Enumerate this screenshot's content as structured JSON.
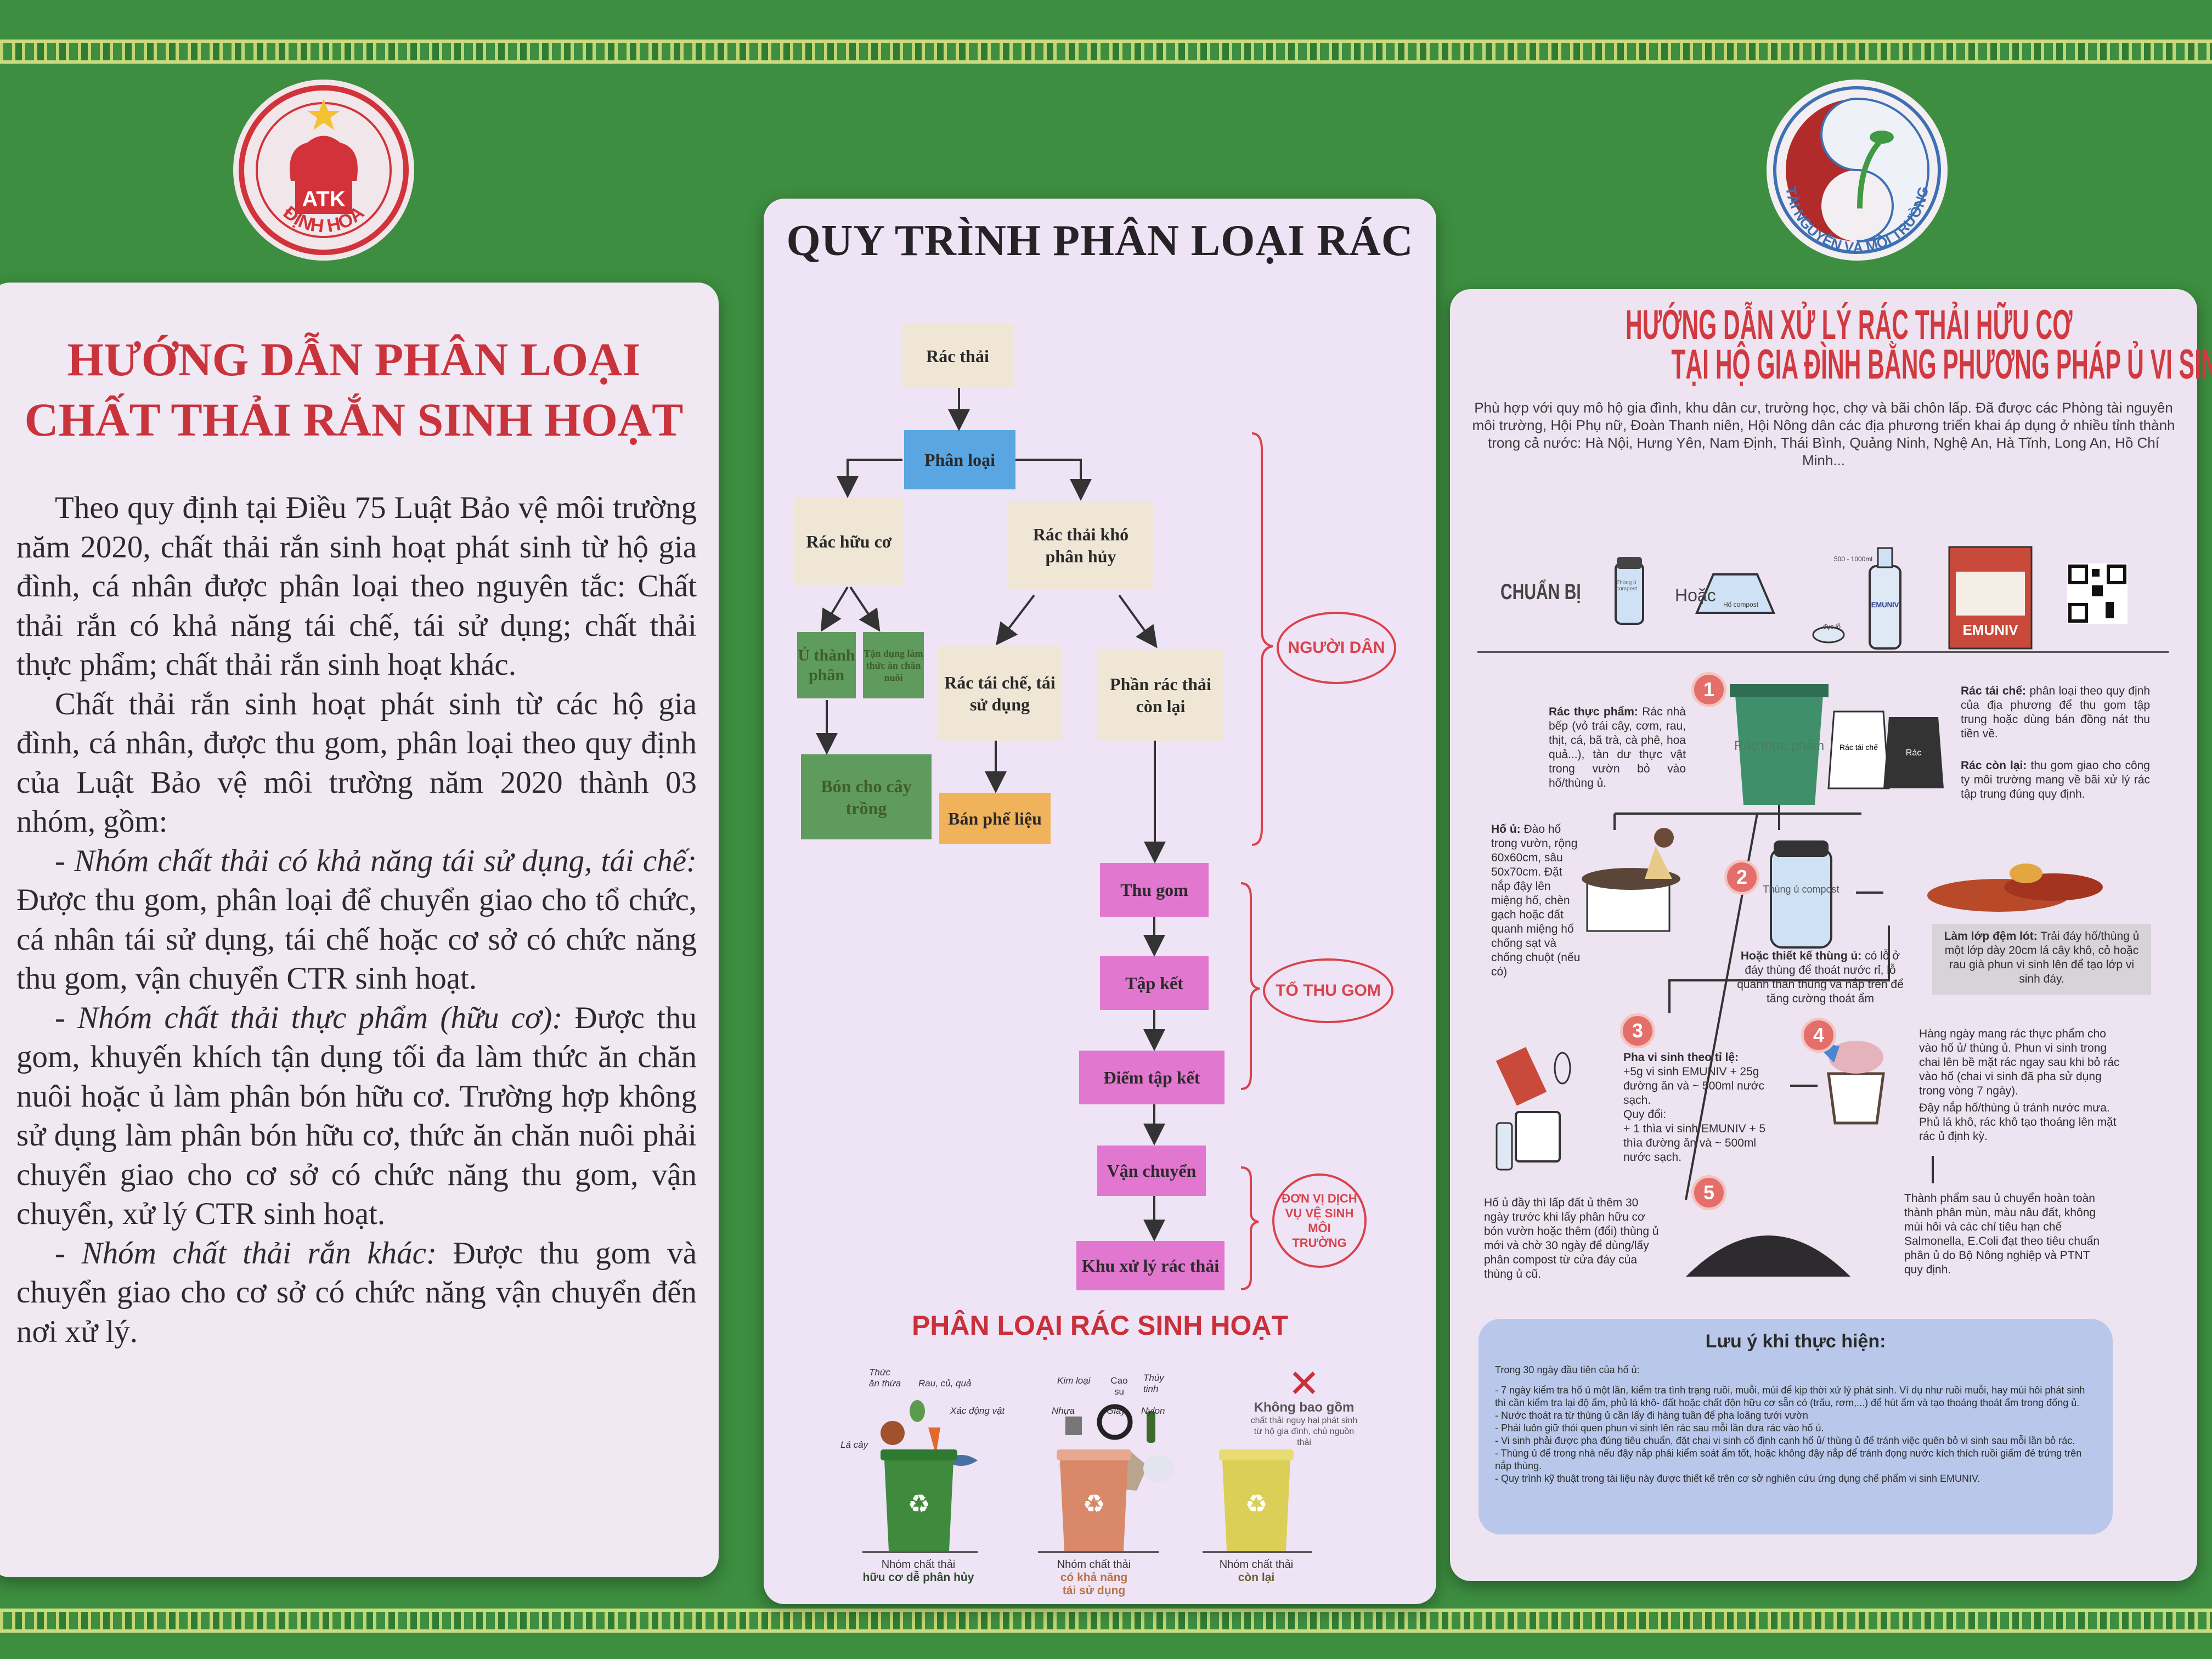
{
  "left_logo": {
    "text_top": "ATK",
    "text_arc": "ĐỊNH HÓA"
  },
  "right_logo": {
    "text_arc": "TÀI NGUYÊN VÀ MÔI TRƯỜNG"
  },
  "left_panel": {
    "title_line1": "HƯỚNG DẪN PHÂN LOẠI",
    "title_line2": "CHẤT THẢI RẮN SINH HOẠT",
    "p1": "Theo quy định tại Điều 75 Luật Bảo vệ môi trường năm 2020, chất thải rắn sinh hoạt phát sinh từ hộ gia đình, cá nhân được phân loại theo nguyên tắc: Chất thải rắn có khả năng tái chế, tái sử dụng; chất thải thực phẩm; chất thải rắn sinh hoạt khác.",
    "p2": "Chất thải rắn sinh hoạt phát sinh từ các hộ gia đình, cá nhân, được thu gom, phân loại theo quy định của Luật Bảo vệ môi trường năm 2020 thành 03 nhóm, gồm:",
    "p3_lead": "- Nhóm chất thải có khả năng tái sử dụng, tái chế:",
    "p3_text": " Được thu gom, phân loại để chuyển giao cho tổ chức, cá nhân tái sử dụng, tái chế hoặc cơ sở có chức năng thu gom, vận chuyển CTR sinh hoạt.",
    "p4_lead": "- Nhóm chất thải thực phẩm (hữu cơ):",
    "p4_text": " Được thu gom, khuyến khích tận dụng tối đa làm thức ăn chăn nuôi hoặc ủ làm phân bón hữu cơ. Trường hợp không sử dụng làm phân bón hữu cơ, thức ăn chăn nuôi phải chuyển giao cho cơ sở có chức năng thu gom, vận chuyển, xử lý CTR sinh hoạt.",
    "p5_lead": "- Nhóm chất thải rắn khác:",
    "p5_text": " Được thu gom và chuyển giao cho cơ sở có chức năng vận chuyển đến nơi xử lý."
  },
  "middle_panel": {
    "title": "QUY TRÌNH PHÂN LOẠI RÁC",
    "flow": {
      "rac_thai": "Rác thải",
      "phan_loai": "Phân loại",
      "rac_huu_co": "Rác hữu cơ",
      "kho_phan_huy": "Rác thải khó phân hủy",
      "u_thanh_phan": "Ủ thành phân",
      "tan_dung": "Tận dụng làm thức ăn chăn nuôi",
      "bon_cay": "Bón cho cây trồng",
      "tai_che": "Rác tái chế, tái sử dụng",
      "con_lai": "Phần rác thải còn lại",
      "ban_phe_lieu": "Bán phế liệu",
      "thu_gom": "Thu gom",
      "tap_ket": "Tập kết",
      "diem_tap_ket": "Điểm tập kết",
      "van_chuyen": "Vận chuyển",
      "khu_xu_ly": "Khu xử lý rác thải"
    },
    "actors": {
      "nguoi_dan": "NGƯỜI DÂN",
      "to_thu_gom": "TỔ THU GOM",
      "don_vi": "ĐƠN VỊ DỊCH VỤ VỆ SINH MÔI TRƯỜNG"
    },
    "sort_title": "PHÂN LOẠI RÁC SINH HOẠT",
    "organic_items": [
      "Thức ăn thừa",
      "Rau, củ, quả",
      "Xác động vật",
      "Lá cây"
    ],
    "recycle_items": [
      "Kim loại",
      "Cao su",
      "Thủy tinh",
      "Nhựa",
      "Giấy",
      "Nylon"
    ],
    "excluded": {
      "title": "Không bao gồm",
      "text": "chất thải nguy hại phát sinh từ hộ gia đình, chủ nguồn thải"
    },
    "bins": [
      {
        "caption": "Nhóm chất thải",
        "name": "hữu cơ dễ phân hủy",
        "color": "#3f8a3d",
        "name_color": "#2f4a2f"
      },
      {
        "caption": "Nhóm chất thải",
        "name": "có khả năng tái sử dụng",
        "color": "#d9896a",
        "name_color": "#b8744a"
      },
      {
        "caption": "Nhóm chất thải",
        "name": "còn lại",
        "color": "#dccf57",
        "name_color": "#6a6030"
      }
    ]
  },
  "right_panel": {
    "title_line1": "HƯỚNG DẪN XỬ LÝ RÁC THẢI HỮU CƠ",
    "title_line2": "TẠI HỘ GIA ĐÌNH BẰNG PHƯƠNG PHÁP Ủ VI SINH",
    "intro": "Phù hợp với quy mô hộ gia đình, khu dân cư, trường học, chợ và bãi chôn lấp. Đã được các Phòng tài nguyên môi trường, Hội Phụ nữ, Đoàn Thanh niên, Hội Nông dân các địa phương triển khai áp dụng ở nhiều tỉnh thành trong cả nước: Hà Nội, Hưng Yên, Nam Định, Thái Bình, Quảng Ninh, Nghệ An, Hà Tĩnh, Long An, Hồ Chí Minh...",
    "prepare": {
      "label": "CHUẨN BỊ",
      "or": "Hoặc",
      "bin_label": "Thùng ủ compost",
      "pit_label": "Hố compost",
      "drill": "đục lỗ",
      "volume": "500 - 1000ml",
      "bottle_label": "EMUNIV",
      "package_label": "EMUNIV"
    },
    "steps": [
      {
        "num": "1",
        "food_lead": "Rác thực phẩm:",
        "food_text": " Rác nhà bếp (vỏ trái cây, cơm, rau, thịt, cá, bã trà, cà phê, hoa quả...), tàn dư thực vật trong vườn bỏ vào hố/thùng ủ.",
        "bin_text": "Rác thực phẩm",
        "bag1": "Rác tái chế",
        "bag2": "Rác",
        "recycle_lead": "Rác tái chế:",
        "recycle_text": " phân loại theo quy định của địa phương để thu gom tập trung hoặc dùng bán đồng nát thu tiền về.",
        "rest_lead": "Rác còn lại:",
        "rest_text": " thu gom giao cho công ty môi trường mang về bãi xử lý rác tập trung đúng quy định."
      },
      {
        "num": "2",
        "pit_lead": "Hố ủ:",
        "pit_text": " Đào hố trong vườn, rộng 60x60cm, sâu 50x70cm. Đặt nắp đậy lên miệng hố, chèn gạch hoặc đất quanh miệng hố chống sạt và chống chuột (nếu có)",
        "bin_text": "Thùng ủ compost",
        "design_lead": "Hoặc thiết kế thùng ủ:",
        "design_text": " có lỗ ở đáy thùng để thoát nước rỉ, lỗ quanh thân thùng và nắp trên để tăng cường thoát ẩm",
        "layer_lead": "Làm lớp đệm lót:",
        "layer_text": " Trải đáy hố/thùng ủ một lớp dày 20cm lá cây khô, cỏ hoặc rau già phun vi sinh lên để tạo lớp vi sinh đáy."
      },
      {
        "num": "3",
        "mix_lead": "Pha vi sinh theo tỉ lệ:",
        "mix_text": "+5g vi sinh EMUNIV + 25g đường ăn và ~ 500ml nước sạch.",
        "conv_lead": "Quy đổi:",
        "conv_text": "+ 1 thìa vi sinh EMUNIV + 5 thìa đường ăn và ~ 500ml nước sạch."
      },
      {
        "num": "4",
        "daily_text": "Hàng ngày mang rác thực phẩm cho vào hố ủ/ thùng ủ. Phun vi sinh trong chai lên bề mặt rác ngay sau khi bỏ rác vào hố (chai vi sinh đã pha sử dụng trong vòng 7 ngày).",
        "cover_text": "Đậy nắp hố/thùng ủ tránh nước mưa. Phủ lá khô, rác khô tạo thoáng lên mặt rác ủ định kỳ."
      },
      {
        "num": "5",
        "full_text": "Hố ủ đầy thì lấp đất ủ thêm 30 ngày trước khi lấy phân hữu cơ bón vườn hoặc thêm (đổi) thùng ủ mới và chờ 30 ngày để dùng/lấy phân compost từ cửa đáy của thùng ủ cũ.",
        "product_text": "Thành phẩm sau ủ chuyển hoàn toàn thành phân mùn, màu nâu đất, không mùi hôi và các chỉ tiêu hạn chế Salmonella, E.Coli đạt theo tiêu chuẩn phân ủ do Bộ Nông nghiệp và PTNT quy định."
      }
    ],
    "notes": {
      "title": "Lưu ý khi thực hiện:",
      "intro": "Trong 30 ngày đầu tiên của hố ủ:",
      "items": [
        "- 7 ngày kiểm tra hố ủ một lần, kiểm tra tình trạng ruồi, muỗi, mùi để kịp thời xử lý phát sinh. Ví dụ như ruồi muỗi, hay mùi hôi phát sinh thì cần kiểm tra lại độ ẩm, phủ lá khô- đất hoặc chất độn hữu cơ sẵn có (trấu, rơm,...) để hút ẩm và tạo thoáng thoát ẩm trong đống ủ.",
        "- Nước thoát ra từ thùng ủ cần lấy đi hàng tuần để pha loãng tưới vườn",
        "- Phải luôn giữ thói quen phun vi sinh lên rác sau mỗi lần đưa rác vào hố ủ.",
        "- Vi sinh phải được pha đúng tiêu chuẩn, đặt chai vi sinh cố định cạnh hố ủ/ thùng ủ để tránh việc quên bỏ vi sinh sau mỗi lần bỏ rác.",
        "- Thùng ủ để trong nhà nếu đậy nắp phải kiểm soát ẩm tốt, hoặc không đậy nắp để tránh đọng nước kích thích ruồi giấm đẻ trứng trên nắp thùng.",
        "- Quy trình kỹ thuật trong tài liệu này được thiết kế trên cơ sở nghiên cứu ứng dụng chế phẩm vi sinh EMUNIV."
      ]
    }
  }
}
